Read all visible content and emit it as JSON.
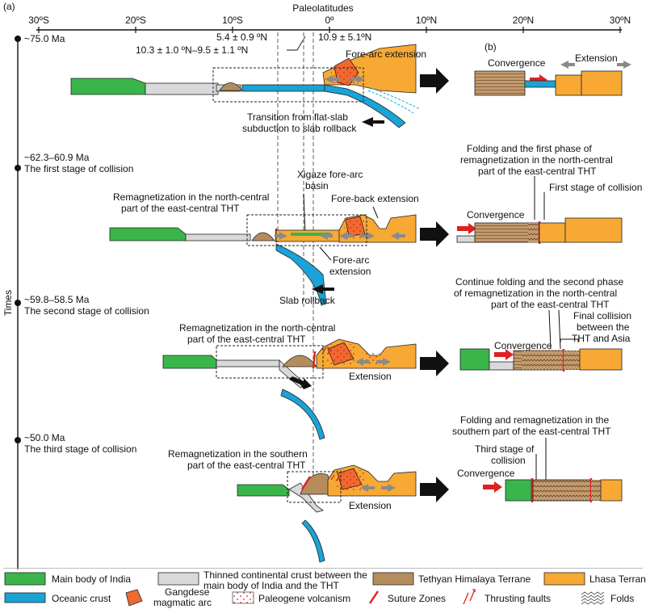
{
  "panel_a_label": "(a)",
  "panel_b_label": "(b)",
  "axis": {
    "title": "Paleolatitudes",
    "ticks": [
      "30ºS",
      "20ºS",
      "10ºS",
      "0º",
      "10ºN",
      "20ºN",
      "30ºN"
    ],
    "time_label": "Times"
  },
  "paleo_annotations": {
    "a": "5.4 ± 0.9 ºN",
    "b": "10.3 ± 1.0 ºN–9.5 ± 1.1 ºN",
    "c": "10.9 ± 5.1ºN"
  },
  "stages": [
    {
      "time": "~75.0 Ma",
      "name": ""
    },
    {
      "time": "~62.3–60.9 Ma",
      "name": "The first stage of collision"
    },
    {
      "time": "~59.8–58.5 Ma",
      "name": "The second stage of collision"
    },
    {
      "time": "~50.0 Ma",
      "name": "The third stage of collision"
    }
  ],
  "labels_a": {
    "fore_arc_extension_1": "Fore-arc extension",
    "transition_l1": "Transition from flat-slab",
    "transition_l2": "subduction to slab rollback",
    "remag_nc_1_l1": "Remagnetization in the north-central",
    "remag_nc_1_l2": "part of the east-central THT",
    "xigaze_l1": "Xigaze fore-arc",
    "xigaze_l2": "basin",
    "fore_back": "Fore-back extension",
    "fore_arc_ext_2_l1": "Fore-arc",
    "fore_arc_ext_2_l2": "extension",
    "slab_rollback": "Slab rollback",
    "remag_nc_2_l1": "Remagnetization in the north-central",
    "remag_nc_2_l2": "part of the east-central THT",
    "extension_3": "Extension",
    "remag_s_l1": "Remagnetization in the southern",
    "remag_s_l2": "part of the east-central THT",
    "extension_4": "Extension"
  },
  "labels_b": {
    "convergence_1": "Convergence",
    "extension_1": "Extension",
    "folding1_l1": "Folding and the first phase of",
    "folding1_l2": "remagnetization in the north-central",
    "folding1_l3": "part of the east-central THT",
    "first_stage": "First stage of collision",
    "convergence_2": "Convergence",
    "cont_l1": "Continue folding and the second phase",
    "cont_l2": "of remagnetization in the north-central",
    "cont_l3": "part of the east-central THT",
    "final_l1": "Final collision",
    "final_l2": "between the",
    "final_l3": "THT and Asia",
    "convergence_3": "Convergence",
    "fold_s_l1": "Folding and remagnetization in the",
    "fold_s_l2": "southern part of the east-central THT",
    "third_l1": "Third stage of",
    "third_l2": "collision",
    "convergence_4": "Convergence"
  },
  "legend": [
    {
      "key": "india",
      "label": "Main body of India",
      "color": "#3ab54a"
    },
    {
      "key": "thinned",
      "label_l1": "Thinned continental crust between the",
      "label_l2": "main body of India and the THT",
      "color": "#d9d9d9"
    },
    {
      "key": "tht",
      "label": "Tethyan Himalaya Terrane",
      "color": "#b58d5d"
    },
    {
      "key": "lhasa",
      "label": "Lhasa Terrane",
      "color": "#f7a934"
    },
    {
      "key": "oceanic",
      "label": "Oceanic crust",
      "color": "#1aa3d6"
    },
    {
      "key": "gangdese",
      "label_l1": "Gangdese",
      "label_l2": "magmatic arc",
      "color": "#ef6a2f"
    },
    {
      "key": "volcanism",
      "label": "Paleogene volcanism",
      "color": "#e02020"
    },
    {
      "key": "suture",
      "label": "Suture Zones",
      "color": "#e02020"
    },
    {
      "key": "thrust",
      "label": "Thrusting faults",
      "color": "#e02020"
    },
    {
      "key": "folds",
      "label": "Folds",
      "color": "#555555"
    }
  ]
}
